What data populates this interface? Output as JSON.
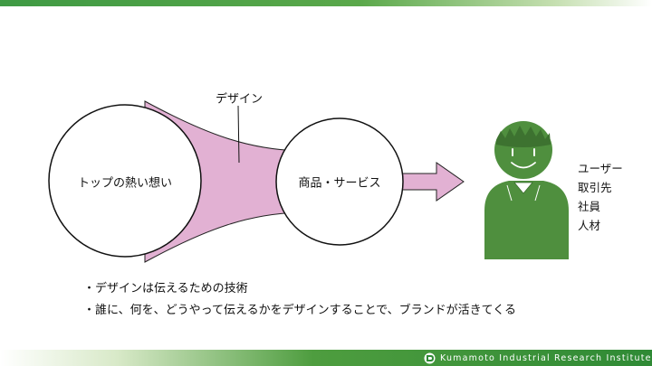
{
  "diagram": {
    "left_circle_label": "トップの熱い想い",
    "right_circle_label": "商品・サービス",
    "funnel_label": "デザイン",
    "roles": [
      "ユーザー",
      "取引先",
      "社員",
      "人材"
    ]
  },
  "bullets": [
    "・デザインは伝えるための技術",
    "・誰に、何を、どうやって伝えるかをデザインすることで、ブランドが活きてくる"
  ],
  "footer": {
    "organization": "Kumamoto Industrial Research Institute"
  },
  "colors": {
    "funnel_fill": "#e2b1d3",
    "person_fill": "#4f8f3e",
    "brand_green": "#3f9a44"
  }
}
